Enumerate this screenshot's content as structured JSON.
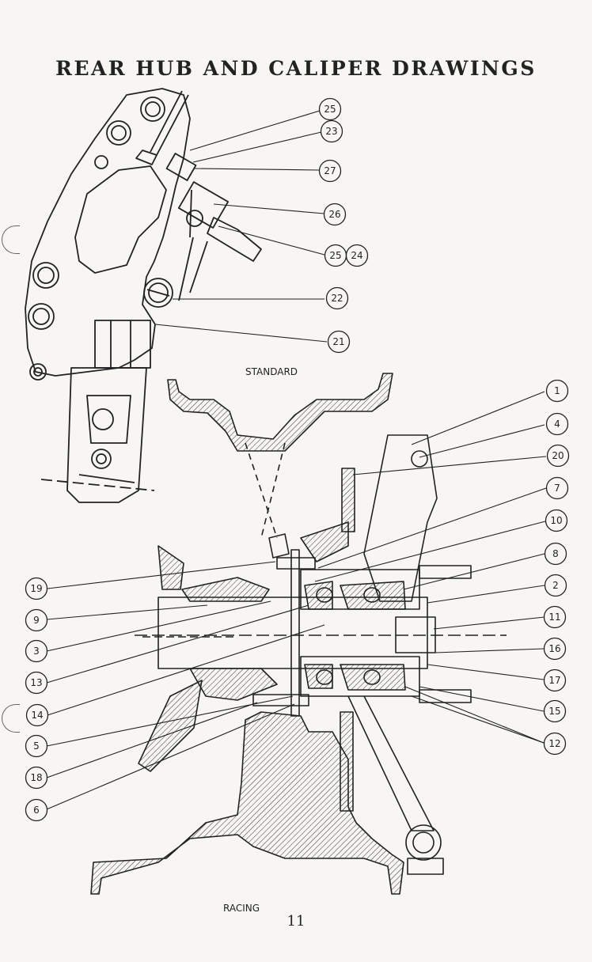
{
  "page": {
    "title": "REAR HUB AND CALIPER DRAWINGS",
    "page_number": "11"
  },
  "labels": {
    "standard": "STANDARD",
    "racing": "RACING"
  },
  "callouts": [
    {
      "id": "c25a",
      "text": "25"
    },
    {
      "id": "c23",
      "text": "23"
    },
    {
      "id": "c27",
      "text": "27"
    },
    {
      "id": "c26",
      "text": "26"
    },
    {
      "id": "c25b",
      "text": "25"
    },
    {
      "id": "c24",
      "text": "24"
    },
    {
      "id": "c22",
      "text": "22"
    },
    {
      "id": "c21",
      "text": "21"
    },
    {
      "id": "c1",
      "text": "1"
    },
    {
      "id": "c4",
      "text": "4"
    },
    {
      "id": "c20",
      "text": "20"
    },
    {
      "id": "c7",
      "text": "7"
    },
    {
      "id": "c10",
      "text": "10"
    },
    {
      "id": "c8",
      "text": "8"
    },
    {
      "id": "c2",
      "text": "2"
    },
    {
      "id": "c11",
      "text": "11"
    },
    {
      "id": "c16",
      "text": "16"
    },
    {
      "id": "c17",
      "text": "17"
    },
    {
      "id": "c15",
      "text": "15"
    },
    {
      "id": "c12",
      "text": "12"
    },
    {
      "id": "c19",
      "text": "19"
    },
    {
      "id": "c9",
      "text": "9"
    },
    {
      "id": "c3",
      "text": "3"
    },
    {
      "id": "c13",
      "text": "13"
    },
    {
      "id": "c14",
      "text": "14"
    },
    {
      "id": "c5",
      "text": "5"
    },
    {
      "id": "c18",
      "text": "18"
    },
    {
      "id": "c6",
      "text": "6"
    }
  ]
}
